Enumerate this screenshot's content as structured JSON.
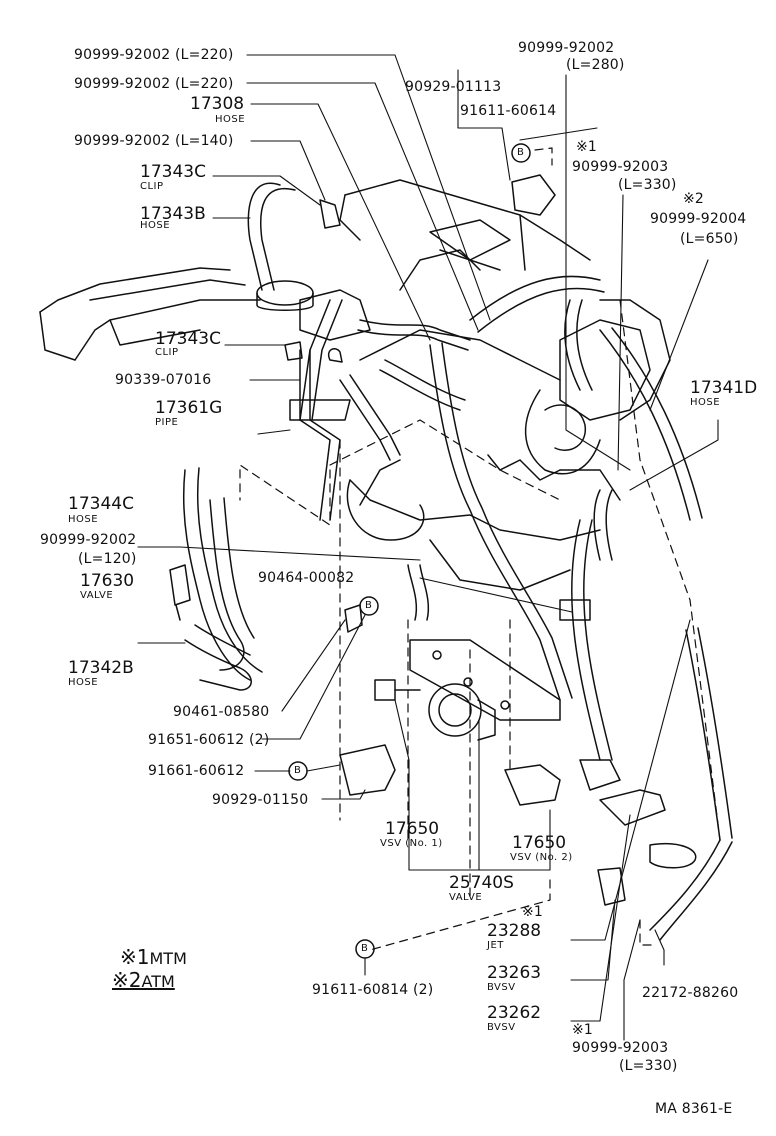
{
  "diagram_id": "MA 8361-E",
  "labels": {
    "l1": "90999-92002 (L=220)",
    "l2": "90999-92002 (L=220)",
    "l3": "17308",
    "l3s": "HOSE",
    "l4": "90999-92002 (L=140)",
    "l5": "17343C",
    "l5s": "CLIP",
    "l6": "17343B",
    "l6s": "HOSE",
    "l7": "17343C",
    "l7s": "CLIP",
    "l8": "90339-07016",
    "l9": "17361G",
    "l9s": "PIPE",
    "l10": "17344C",
    "l10s": "HOSE",
    "l11": "90999-92002",
    "l11b": "(L=120)",
    "l12": "17630",
    "l12s": "VALVE",
    "l13": "17342B",
    "l13s": "HOSE",
    "l14": "90461-08580",
    "l15": "91651-60612 (2)",
    "l16": "91661-60612",
    "l17": "90929-01150",
    "r1": "90999-92002",
    "r1b": "(L=280)",
    "r2": "90929-01113",
    "r3": "91611-60614",
    "r4m": "※1",
    "r4": "90999-92003",
    "r4b": "(L=330)",
    "r5m": "※2",
    "r5": "90999-92004",
    "r5b": "(L=650)",
    "r6": "17341D",
    "r6s": "HOSE",
    "r7": "90464-00082",
    "b1": "17650",
    "b1s": "VSV (No. 1)",
    "b2": "17650",
    "b2s": "VSV (No. 2)",
    "b3": "25740S",
    "b3s": "VALVE",
    "b4m": "※1",
    "b4": "23288",
    "b4s": "JET",
    "b5": "23263",
    "b5s": "BVSV",
    "b6": "23262",
    "b6s": "BVSV",
    "b7m": "※1",
    "b7": "90999-92003",
    "b7b": "(L=330)",
    "b8": "22172-88260",
    "b9": "91611-60814 (2)",
    "bolt_symbol": "B"
  },
  "legend": {
    "m1": "※1",
    "m1t": "MTM",
    "m2": "※2",
    "m2t": "ATM"
  }
}
